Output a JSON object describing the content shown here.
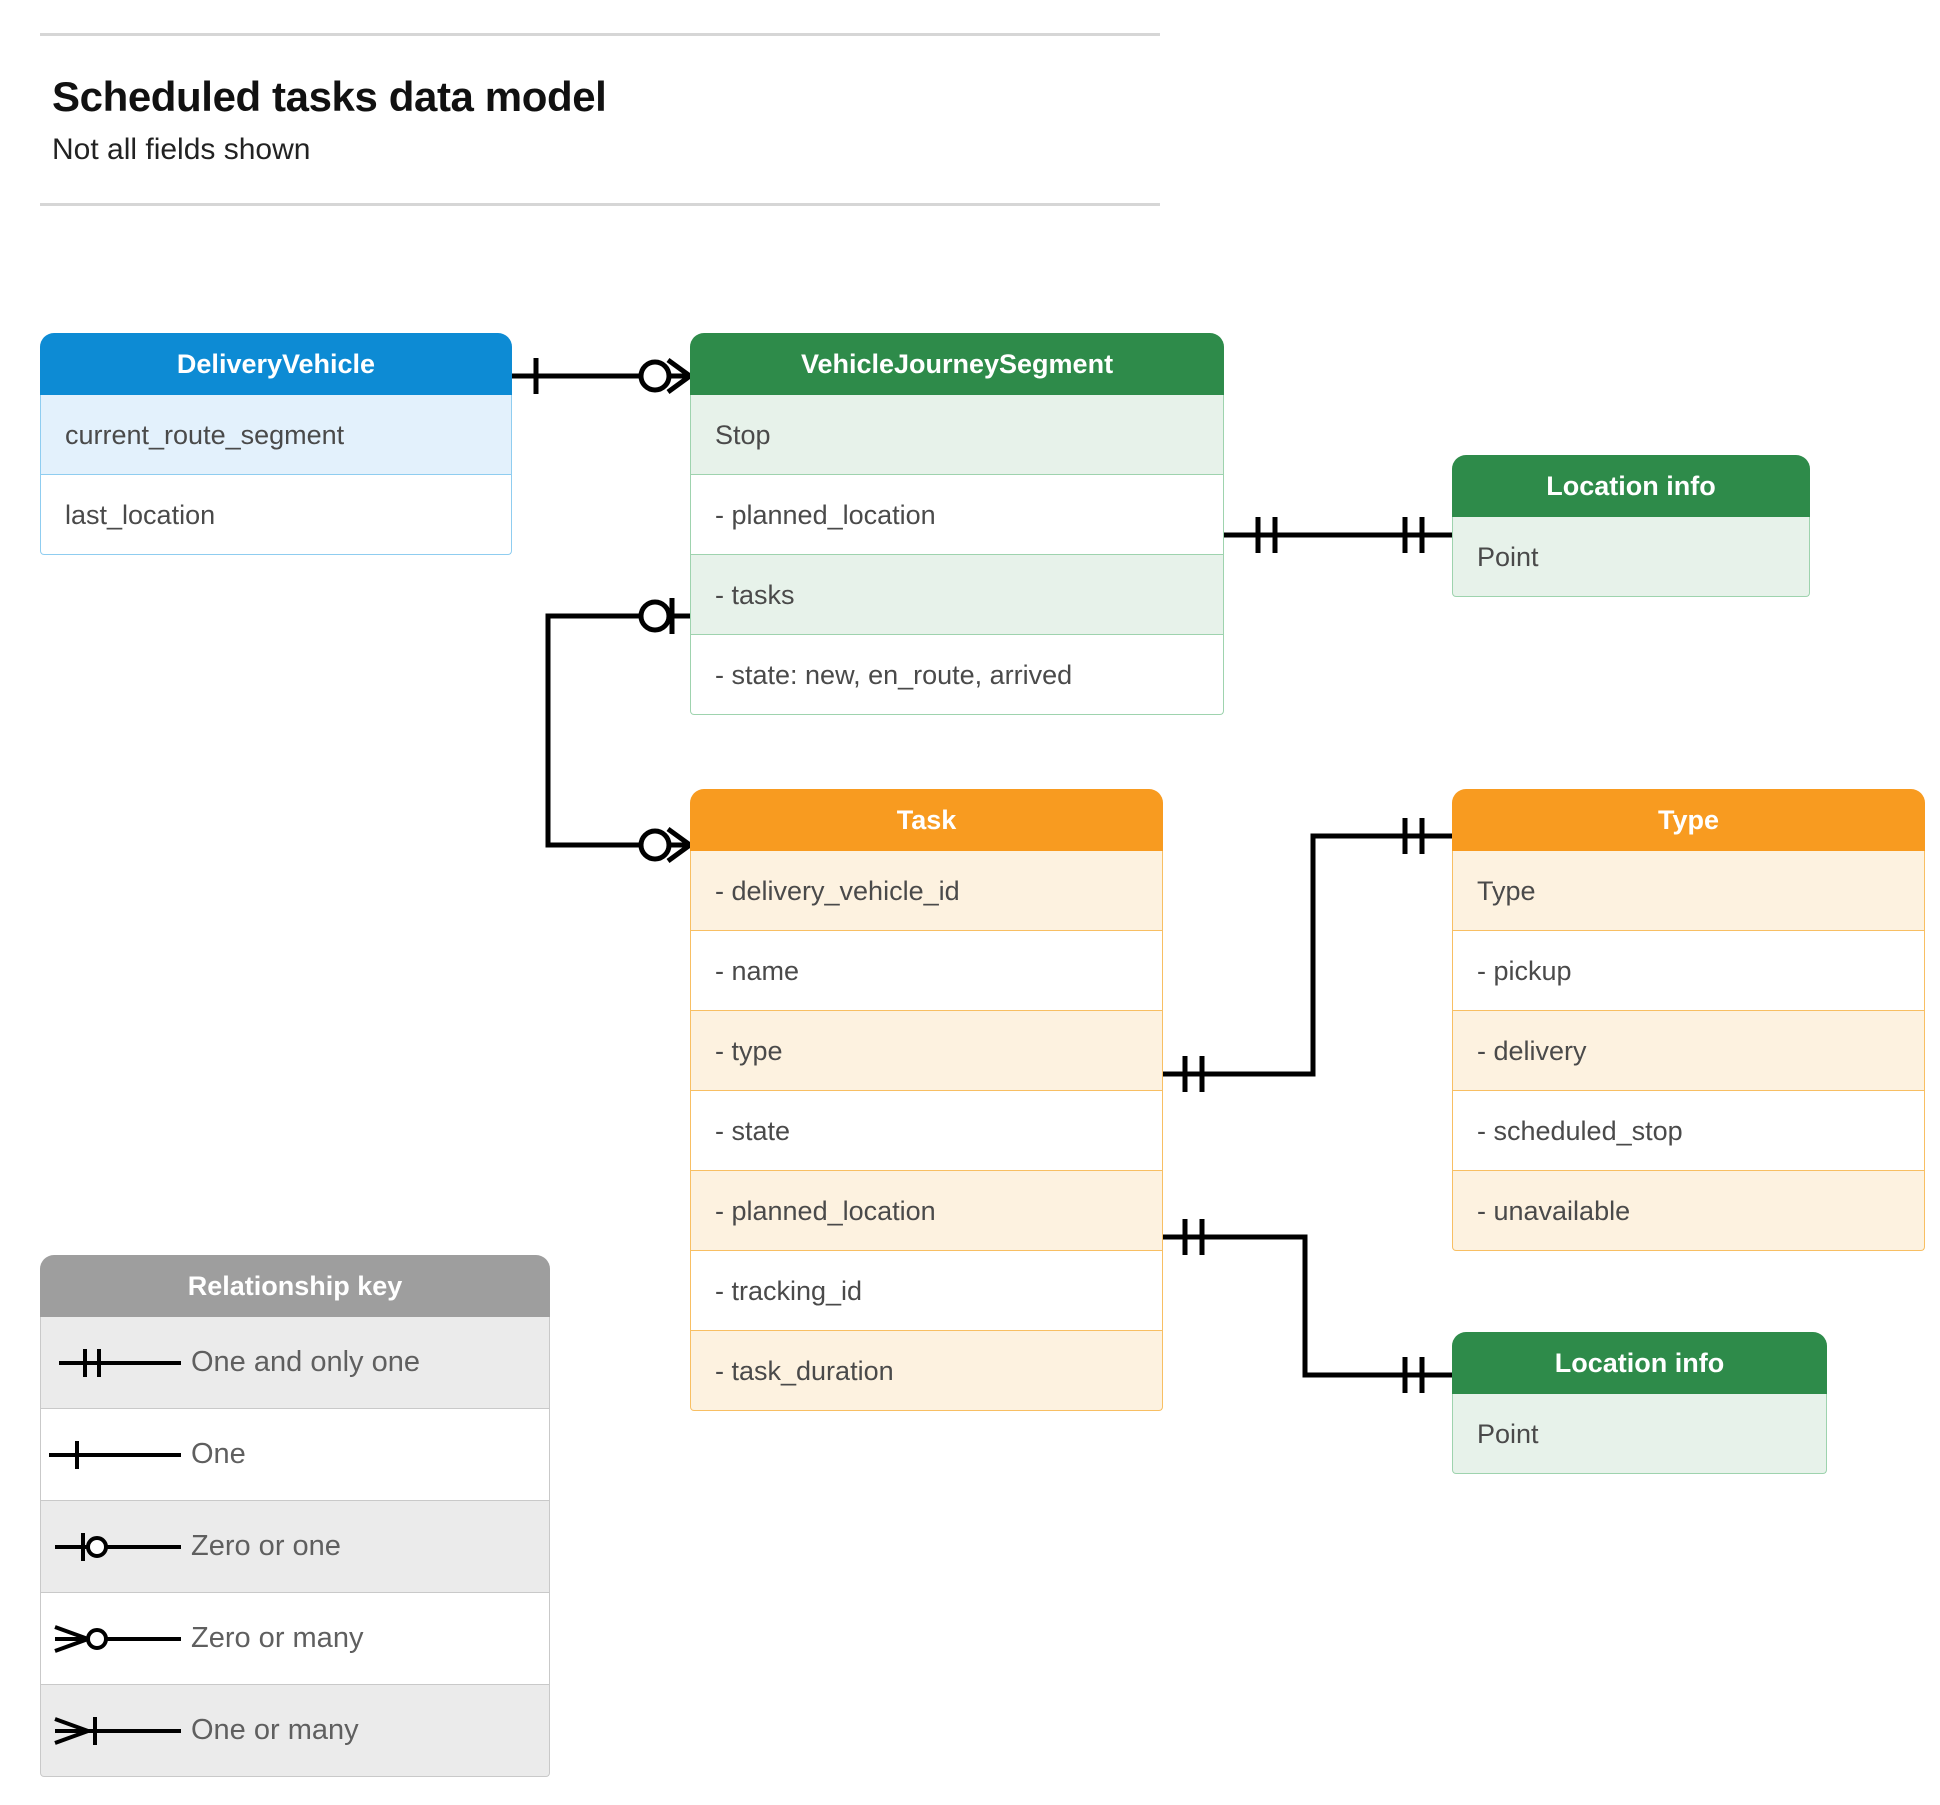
{
  "header": {
    "title": "Scheduled tasks data model",
    "subtitle": "Not all fields shown"
  },
  "entities": {
    "delivery_vehicle": {
      "title": "DeliveryVehicle",
      "color": "#0d8bd4",
      "rows": [
        "current_route_segment",
        "last_location"
      ]
    },
    "vehicle_journey_segment": {
      "title": "VehicleJourneySegment",
      "color": "#2e8b4a",
      "rows": [
        "Stop",
        "-  planned_location",
        "- tasks",
        "- state: new, en_route, arrived"
      ]
    },
    "location_info_top": {
      "title": "Location info",
      "color": "#2e8b4a",
      "rows": [
        "Point"
      ]
    },
    "task": {
      "title": "Task",
      "color": "#f89b20",
      "rows": [
        "- delivery_vehicle_id",
        "- name",
        "- type",
        "- state",
        "- planned_location",
        "- tracking_id",
        "- task_duration"
      ]
    },
    "type": {
      "title": "Type",
      "color": "#f89b20",
      "rows": [
        "Type",
        "-   pickup",
        "-   delivery",
        "-   scheduled_stop",
        "-   unavailable"
      ]
    },
    "location_info_bottom": {
      "title": "Location info",
      "color": "#2e8b4a",
      "rows": [
        "Point"
      ]
    }
  },
  "legend": {
    "title": "Relationship key",
    "items": [
      {
        "symbol": "one-and-only-one",
        "label": "One and only one"
      },
      {
        "symbol": "one",
        "label": "One"
      },
      {
        "symbol": "zero-or-one",
        "label": "Zero or one"
      },
      {
        "symbol": "zero-or-many",
        "label": "Zero or many"
      },
      {
        "symbol": "one-or-many",
        "label": "One or many"
      }
    ]
  },
  "relationships": [
    {
      "from": "DeliveryVehicle",
      "to": "VehicleJourneySegment",
      "from_cardinality": "One",
      "to_cardinality": "Zero or many"
    },
    {
      "from": "VehicleJourneySegment.planned_location",
      "to": "Location info",
      "from_cardinality": "One and only one",
      "to_cardinality": "One and only one"
    },
    {
      "from": "VehicleJourneySegment.tasks",
      "to": "Task",
      "from_cardinality": "Zero or one",
      "to_cardinality": "Zero or many"
    },
    {
      "from": "Task.type",
      "to": "Type",
      "from_cardinality": "One and only one",
      "to_cardinality": "One and only one"
    },
    {
      "from": "Task.planned_location",
      "to": "Location info",
      "from_cardinality": "One and only one",
      "to_cardinality": "One and only one"
    }
  ]
}
